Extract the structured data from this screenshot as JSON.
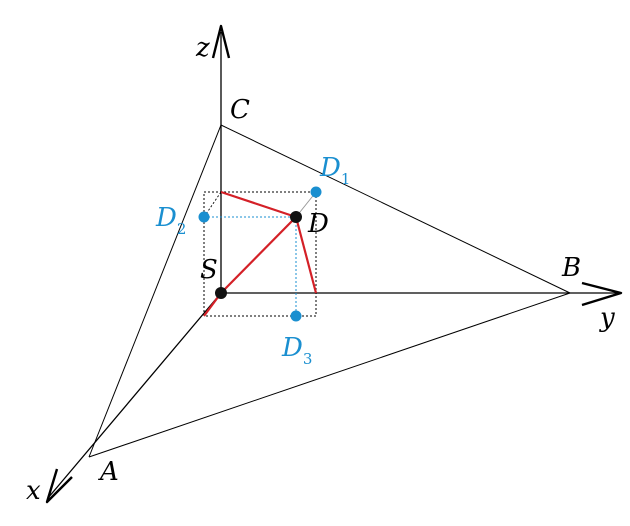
{
  "labels": {
    "z": "z",
    "y": "y",
    "x": "x",
    "A": "A",
    "B": "B",
    "C": "C",
    "S": "S",
    "D": "D",
    "D1_main": "D",
    "D1_sub": "1",
    "D2_main": "D",
    "D2_sub": "2",
    "D3_main": "D",
    "D3_sub": "3"
  },
  "colors": {
    "line": "#000000",
    "red": "#d42027",
    "blue": "#1a8fd0",
    "point": "#111111"
  }
}
